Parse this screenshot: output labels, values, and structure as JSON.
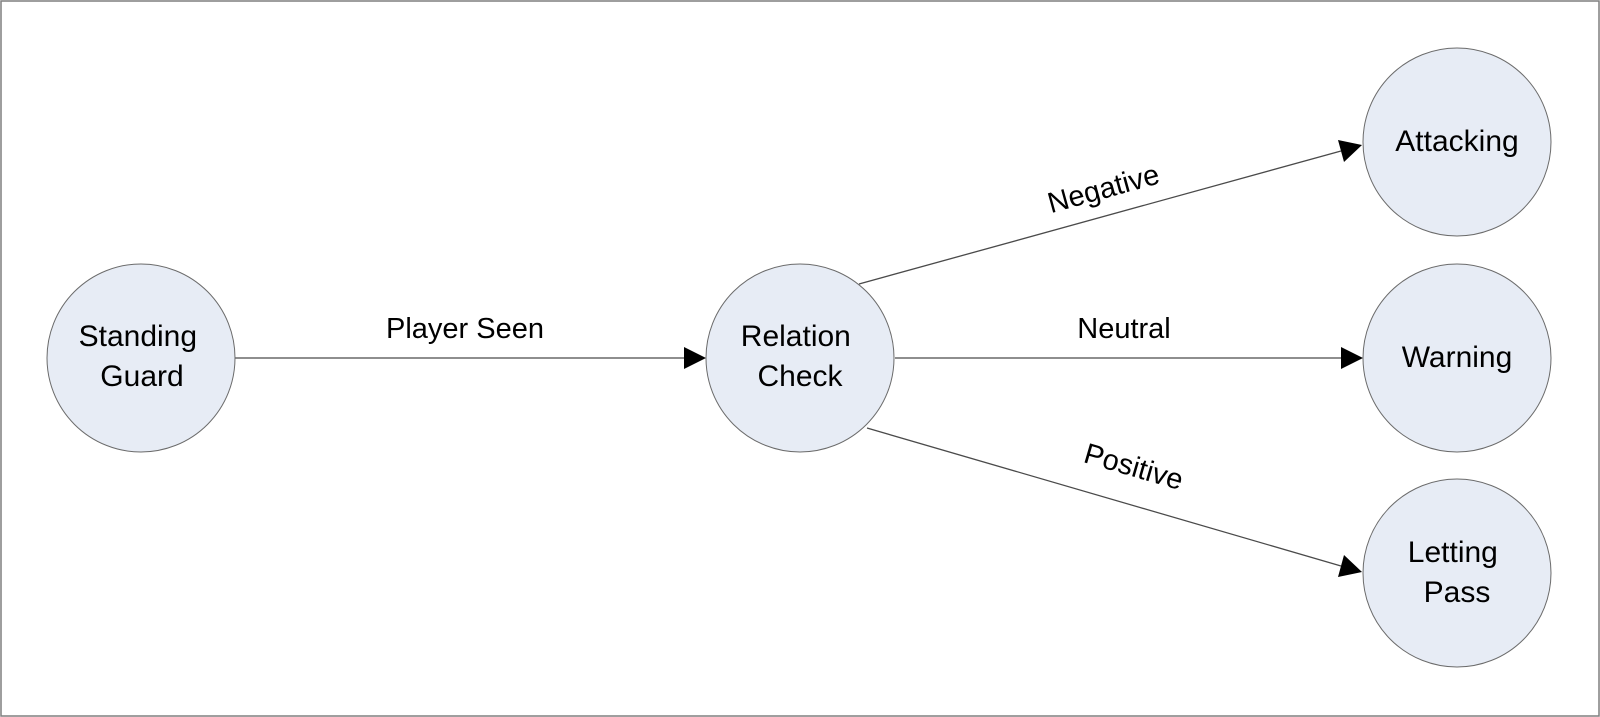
{
  "diagram": {
    "type": "state-transition",
    "colors": {
      "node_fill": "#e7ecf5",
      "node_stroke": "#6b6b6b",
      "edge": "#4a4a4a",
      "arrowhead": "#000000",
      "frame": "#7f7f7f"
    },
    "states": {
      "standing_guard": {
        "line1": "Standing",
        "line2": "Guard"
      },
      "relation_check": {
        "line1": "Relation",
        "line2": "Check"
      },
      "attacking": {
        "label": "Attacking"
      },
      "warning": {
        "label": "Warning"
      },
      "letting_pass": {
        "line1": "Letting",
        "line2": "Pass"
      }
    },
    "transitions": {
      "player_seen": {
        "from": "Standing Guard",
        "to": "Relation Check",
        "label": "Player Seen"
      },
      "negative": {
        "from": "Relation Check",
        "to": "Attacking",
        "label": "Negative"
      },
      "neutral": {
        "from": "Relation Check",
        "to": "Warning",
        "label": "Neutral"
      },
      "positive": {
        "from": "Relation Check",
        "to": "Letting Pass",
        "label": "Positive"
      }
    }
  }
}
